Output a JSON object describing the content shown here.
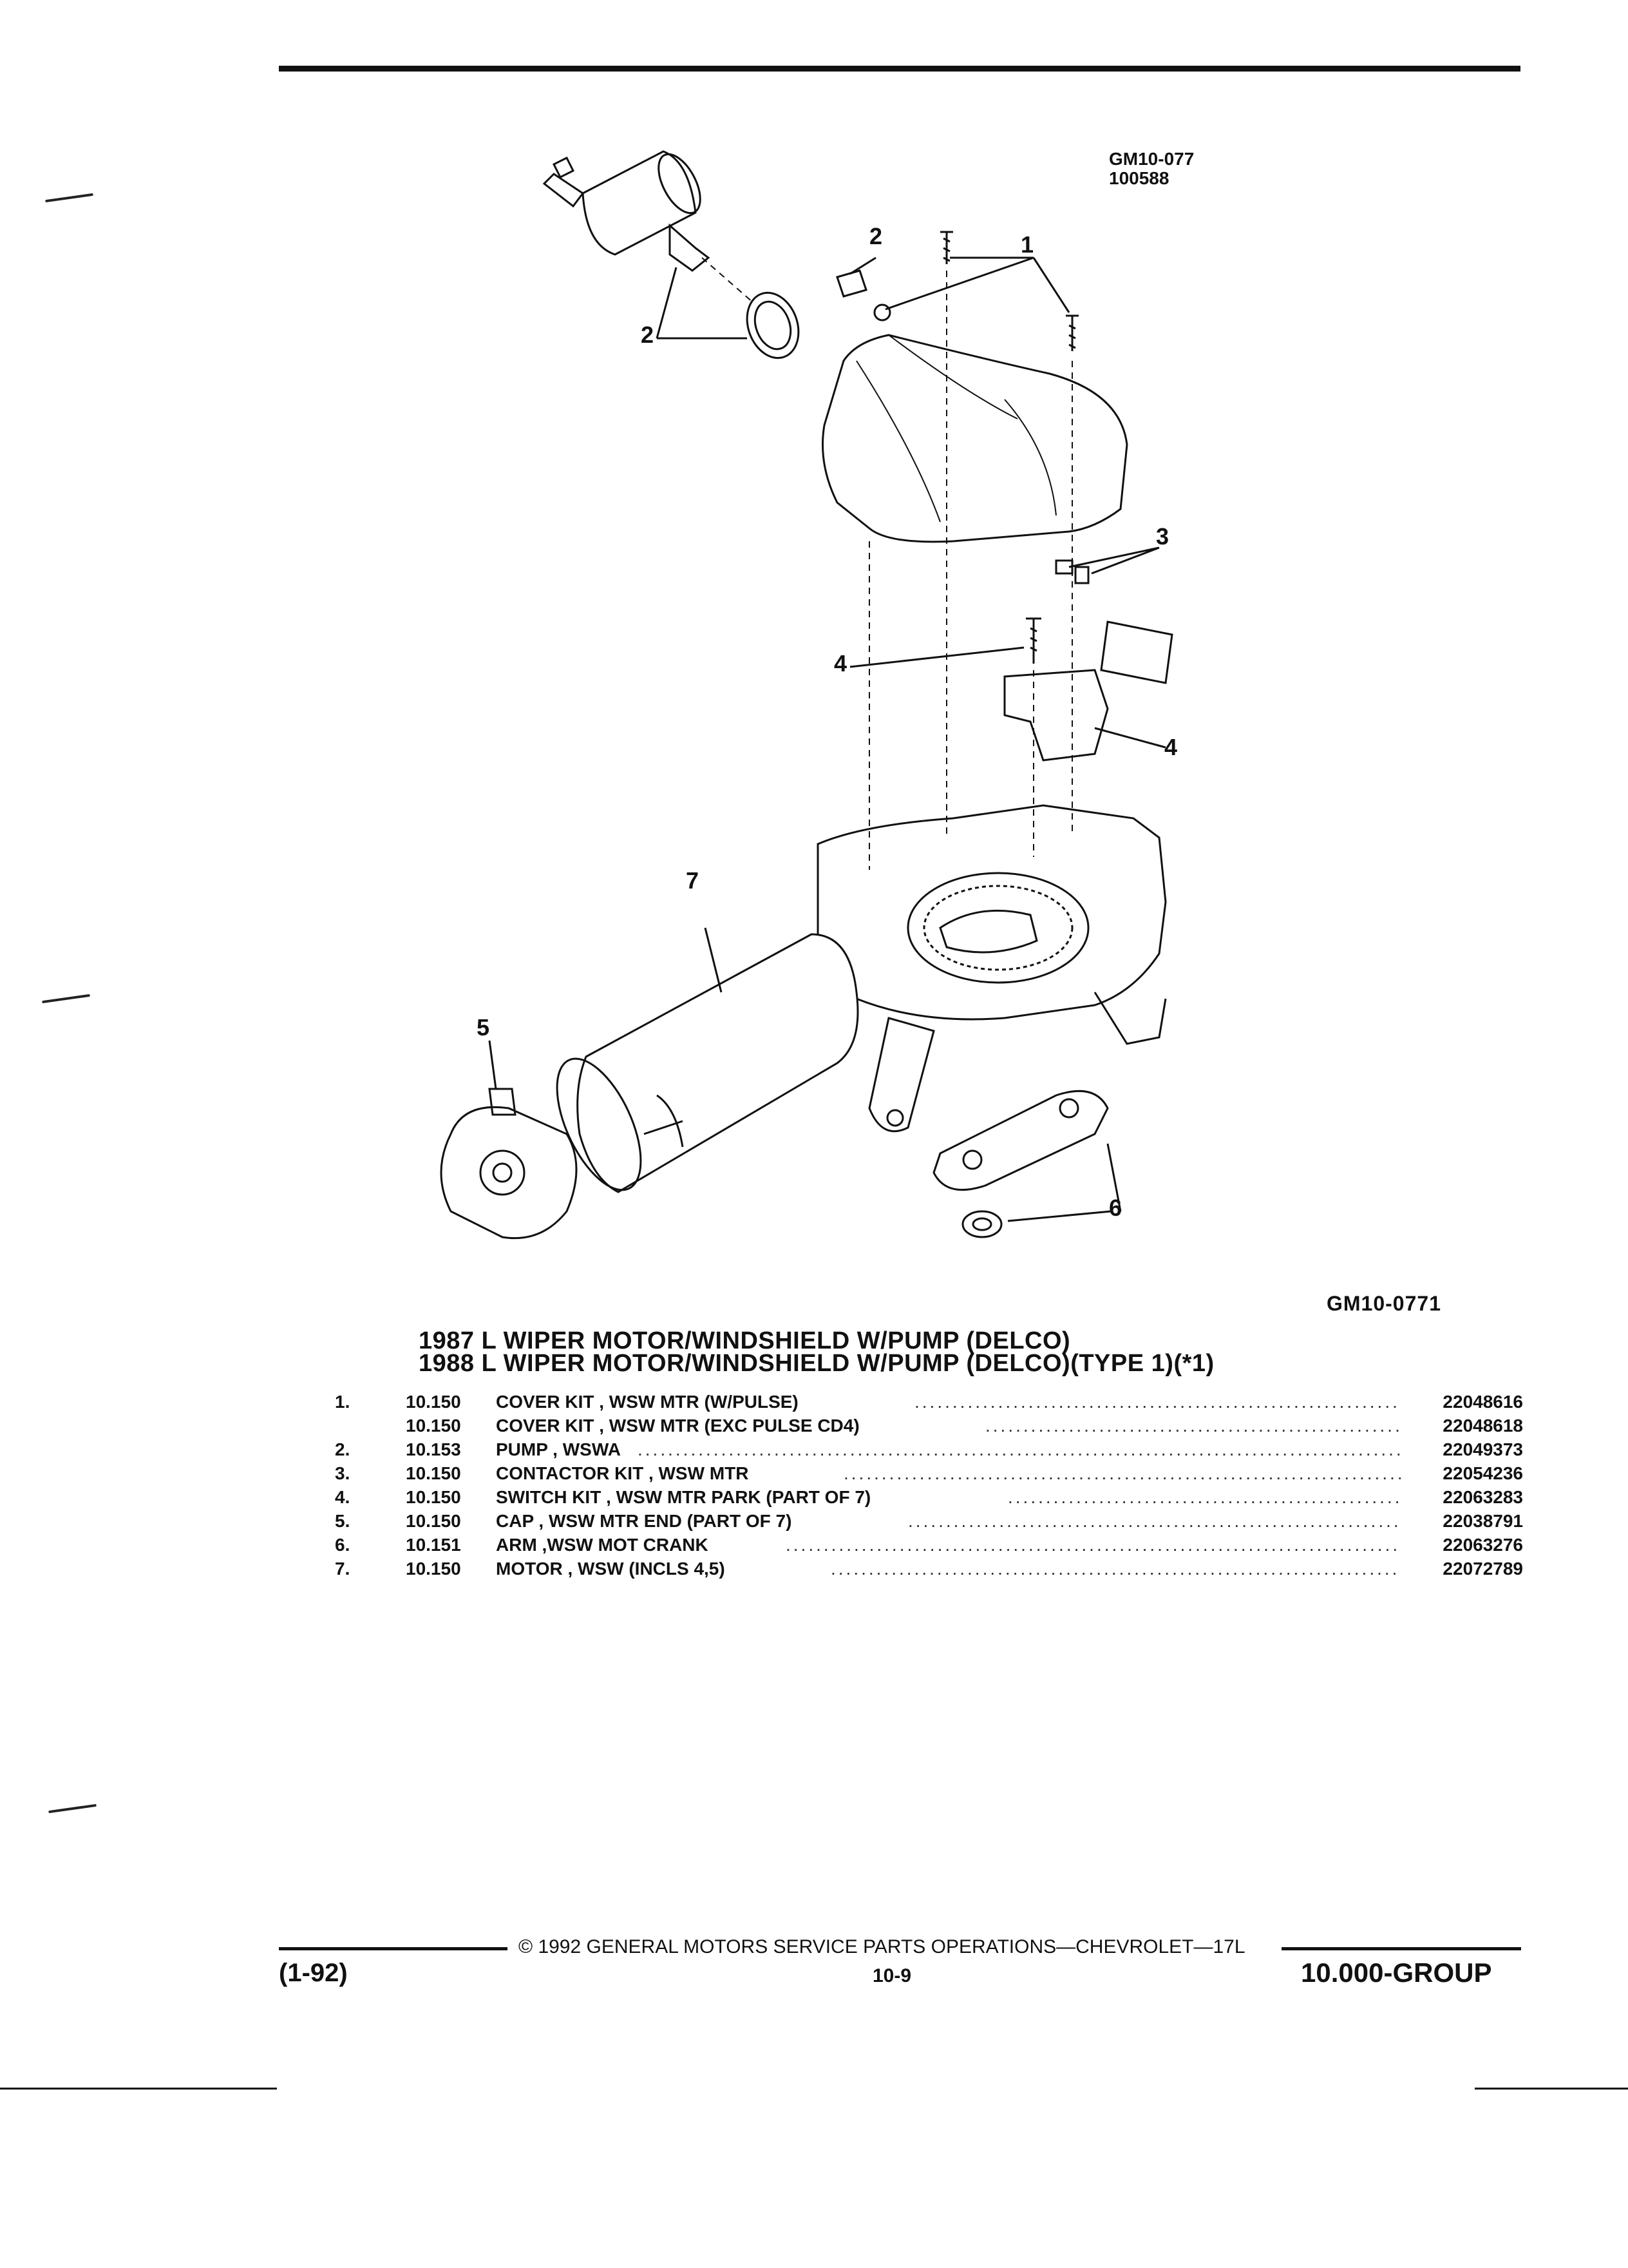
{
  "diagram": {
    "ref_ids": [
      "GM10-077",
      "100588"
    ],
    "callouts": [
      "1",
      "2",
      "2",
      "3",
      "4",
      "4",
      "5",
      "6",
      "7"
    ],
    "figure_id": "GM10-0771"
  },
  "titles": [
    "1987 L WIPER MOTOR/WINDSHIELD W/PUMP (DELCO)",
    "1988 L WIPER MOTOR/WINDSHIELD W/PUMP (DELCO)(TYPE 1)(*1)"
  ],
  "parts": [
    {
      "num": "1.",
      "code": "10.150",
      "desc": "COVER KIT , WSW MTR (W/PULSE)",
      "pn": "22048616"
    },
    {
      "num": "",
      "code": "10.150",
      "desc": "COVER KIT , WSW MTR (EXC PULSE CD4)",
      "pn": "22048618"
    },
    {
      "num": "2.",
      "code": "10.153",
      "desc": "PUMP , WSWA",
      "pn": "22049373"
    },
    {
      "num": "3.",
      "code": "10.150",
      "desc": "CONTACTOR KIT , WSW MTR",
      "pn": "22054236"
    },
    {
      "num": "4.",
      "code": "10.150",
      "desc": "SWITCH KIT , WSW MTR PARK (PART OF 7)",
      "pn": "22063283"
    },
    {
      "num": "5.",
      "code": "10.150",
      "desc": "CAP , WSW MTR END (PART OF 7)",
      "pn": "22038791"
    },
    {
      "num": "6.",
      "code": "10.151",
      "desc": "ARM ,WSW MOT CRANK",
      "pn": "22063276"
    },
    {
      "num": "7.",
      "code": "10.150",
      "desc": "MOTOR , WSW (INCLS 4,5)",
      "pn": "22072789"
    }
  ],
  "footer": {
    "copyright": "© 1992 GENERAL MOTORS SERVICE PARTS OPERATIONS—CHEVROLET—17L",
    "date": "(1-92)",
    "page": "10-9",
    "group": "10.000-GROUP"
  }
}
